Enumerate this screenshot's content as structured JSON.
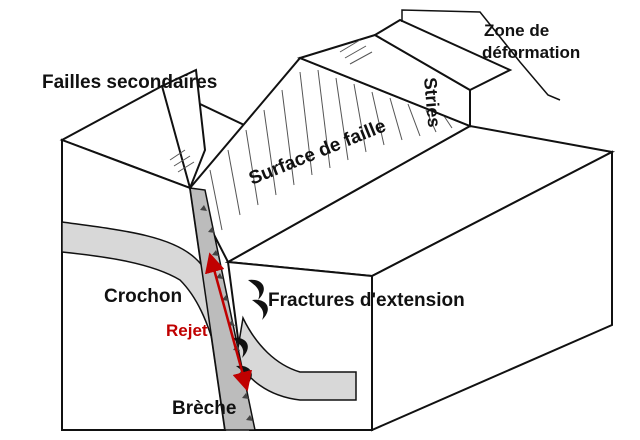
{
  "labels": {
    "zone_line1": "Zone de",
    "zone_line2": "déformation",
    "failles_secondaires": "Failles secondaires",
    "stries": "Stries",
    "surface_de_faille": "Surface de faille",
    "crochon": "Crochon",
    "fractures_extension": "Fractures d'extension",
    "rejet": "Rejet",
    "breche": "Brèche"
  },
  "colors": {
    "outline": "#111111",
    "layer_fill": "#d8d8d8",
    "breccia_fill": "#bcbcbc",
    "rejet_arrow": "#c00000",
    "background": "#ffffff"
  }
}
